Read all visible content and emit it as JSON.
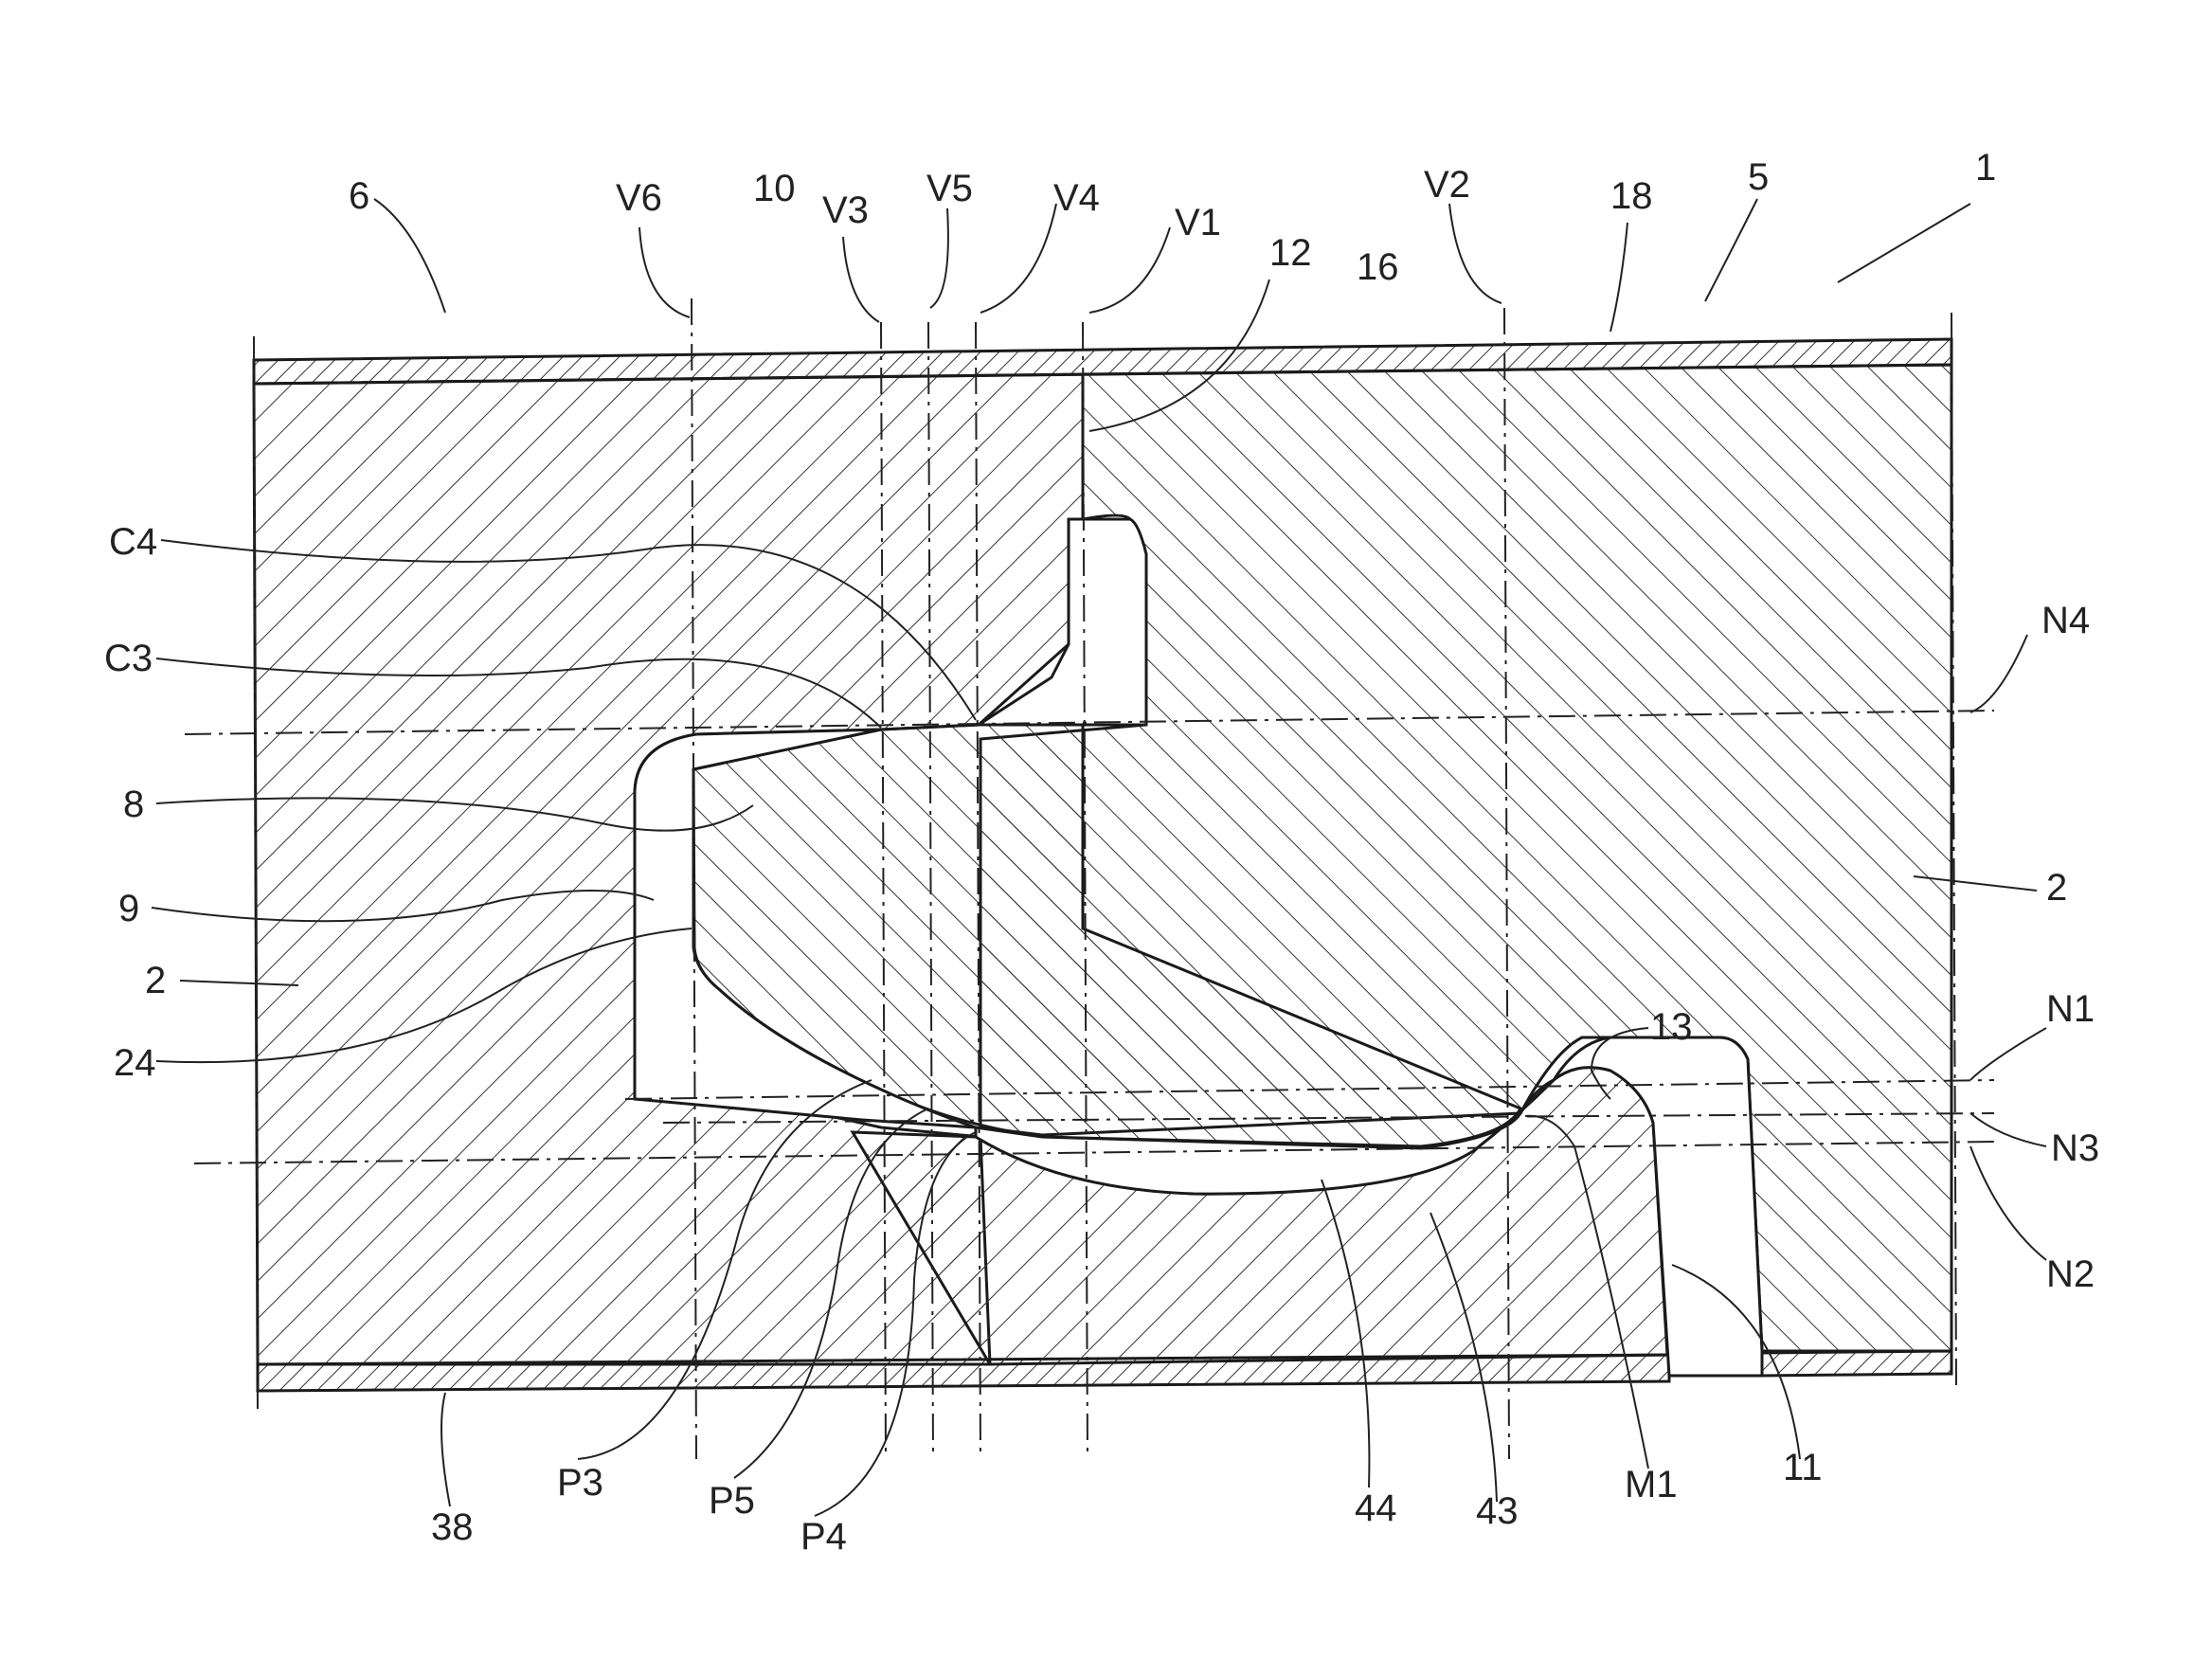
{
  "labels": {
    "l1": "1",
    "l5": "5",
    "l6": "6",
    "l18": "18",
    "V6": "V6",
    "l10": "10",
    "V3": "V3",
    "V5": "V5",
    "V4": "V4",
    "V1": "V1",
    "l12": "12",
    "l16": "16",
    "V2": "V2",
    "C4": "C4",
    "C3": "C3",
    "N4": "N4",
    "l8": "8",
    "l9": "9",
    "l2_left": "2",
    "l2_right": "2",
    "l24": "24",
    "N1": "N1",
    "l13": "13",
    "N3": "N3",
    "N2": "N2",
    "l38": "38",
    "P3": "P3",
    "P5": "P5",
    "P4": "P4",
    "l44": "44",
    "l43": "43",
    "M1": "M1",
    "l11": "11"
  }
}
